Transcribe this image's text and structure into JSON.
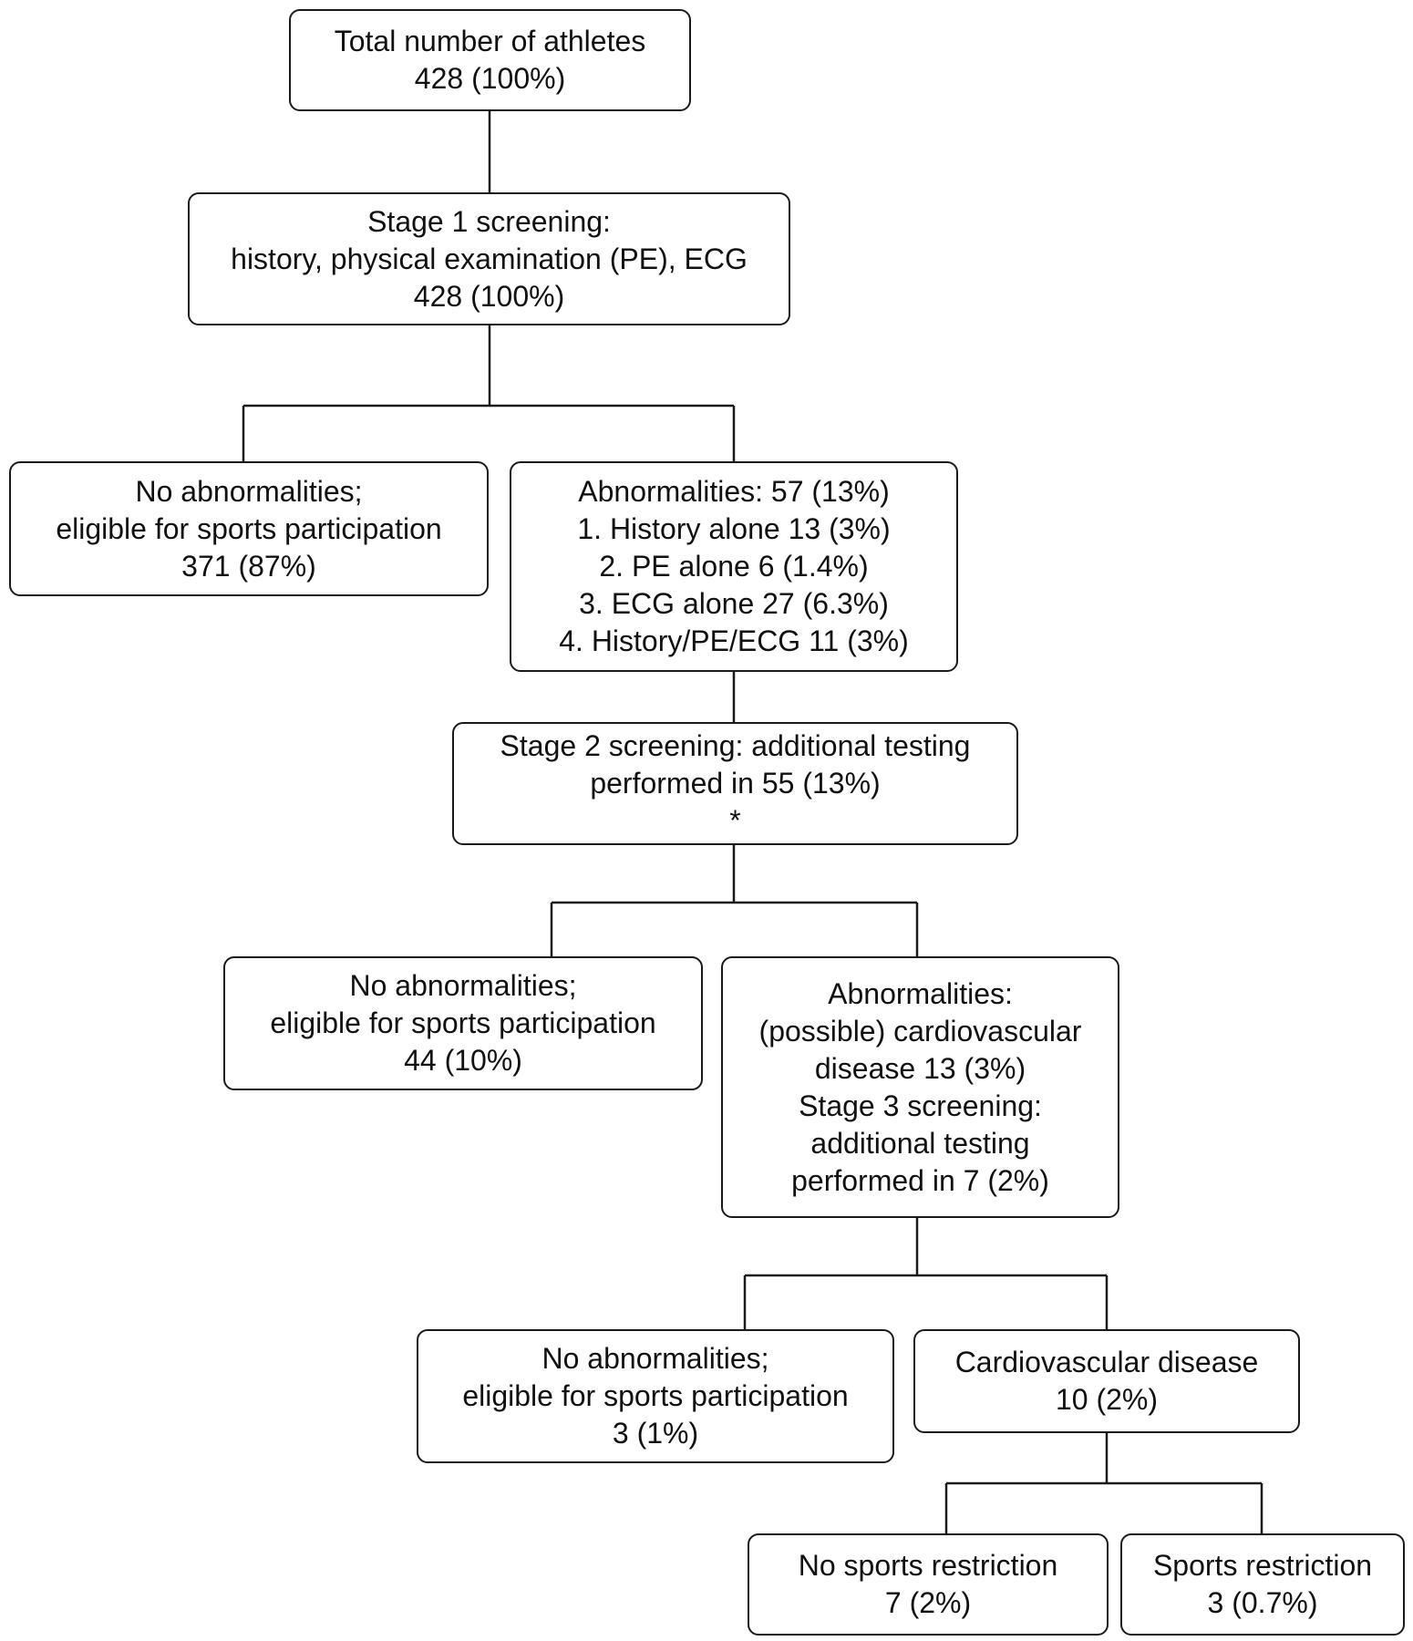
{
  "nodes": {
    "total": {
      "lines": [
        "Total number of athletes",
        "428 (100%)"
      ]
    },
    "stage1": {
      "lines": [
        "Stage 1 screening:",
        "history, physical examination (PE), ECG",
        "428 (100%)"
      ]
    },
    "no_abn_1": {
      "lines": [
        "No abnormalities;",
        "eligible for sports participation",
        "371 (87%)"
      ]
    },
    "abn_1": {
      "lines": [
        "Abnormalities: 57 (13%)",
        "1. History alone 13 (3%)",
        "2. PE alone 6 (1.4%)",
        "3. ECG alone 27 (6.3%)",
        "4. History/PE/ECG 11 (3%)"
      ]
    },
    "stage2": {
      "lines": [
        "Stage 2 screening: additional testing",
        "performed in 55 (13%)",
        "*"
      ]
    },
    "no_abn_2": {
      "lines": [
        "No abnormalities;",
        "eligible for sports participation",
        "44 (10%)"
      ]
    },
    "abn_2": {
      "lines": [
        "Abnormalities:",
        "(possible) cardiovascular",
        "disease 13 (3%)",
        "Stage 3 screening:",
        "additional testing",
        "performed in 7 (2%)"
      ]
    },
    "no_abn_3": {
      "lines": [
        "No abnormalities;",
        "eligible for sports participation",
        "3 (1%)"
      ]
    },
    "cvd": {
      "lines": [
        "Cardiovascular disease",
        "10 (2%)"
      ]
    },
    "no_restriction": {
      "lines": [
        "No sports restriction",
        "7 (2%)"
      ]
    },
    "restriction": {
      "lines": [
        "Sports restriction",
        "3 (0.7%)"
      ]
    }
  }
}
